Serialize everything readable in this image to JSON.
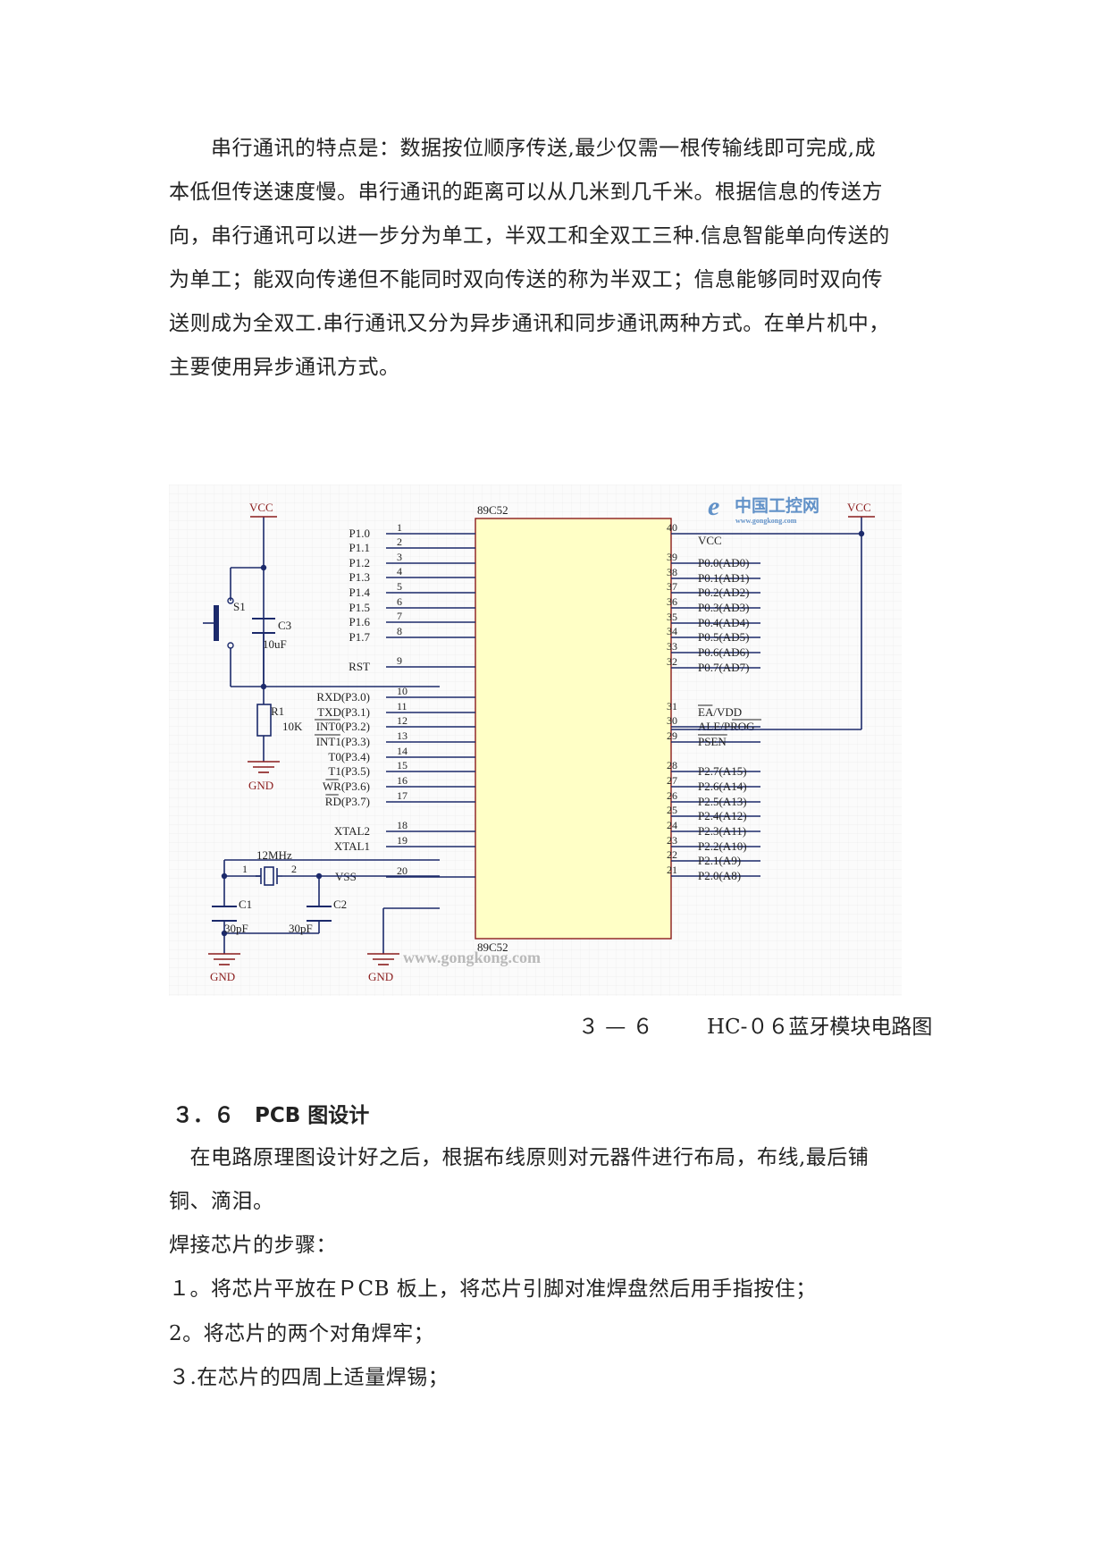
{
  "intro_paragraph": [
    "　　串行通讯的特点是：数据按位顺序传送,最少仅需一根传输线即可完成,成",
    "本低但传送速度慢。串行通讯的距离可以从几米到几千米。根据信息的传送方",
    "向，串行通讯可以进一步分为单工，半双工和全双工三种.信息智能单向传送的",
    "为单工；能双向传递但不能同时双向传送的称为半双工；信息能够同时双向传",
    "送则成为全双工.串行通讯又分为异步通讯和同步通讯两种方式。在单片机中，",
    "主要使用异步通讯方式。"
  ],
  "schematic": {
    "chip_name": "89C52",
    "left_pins": [
      {
        "num": "1",
        "label": "P1.0"
      },
      {
        "num": "2",
        "label": "P1.1"
      },
      {
        "num": "3",
        "label": "P1.2"
      },
      {
        "num": "4",
        "label": "P1.3"
      },
      {
        "num": "5",
        "label": "P1.4"
      },
      {
        "num": "6",
        "label": "P1.5"
      },
      {
        "num": "7",
        "label": "P1.6"
      },
      {
        "num": "8",
        "label": "P1.7"
      },
      {
        "num": "9",
        "label": "RST"
      },
      {
        "num": "10",
        "label": "RXD(P3.0)"
      },
      {
        "num": "11",
        "label": "TXD(P3.1)"
      },
      {
        "num": "12",
        "label": "INT0(P3.2)"
      },
      {
        "num": "13",
        "label": "INT1(P3.3)"
      },
      {
        "num": "14",
        "label": "T0(P3.4)"
      },
      {
        "num": "15",
        "label": "T1(P3.5)"
      },
      {
        "num": "16",
        "label": "WR(P3.6)"
      },
      {
        "num": "17",
        "label": "RD(P3.7)"
      },
      {
        "num": "18",
        "label": "XTAL2"
      },
      {
        "num": "19",
        "label": "XTAL1"
      },
      {
        "num": "20",
        "label": "VSS"
      }
    ],
    "right_pins": [
      {
        "num": "40",
        "label": "VCC"
      },
      {
        "num": "39",
        "label": "P0.0(AD0)"
      },
      {
        "num": "38",
        "label": "P0.1(AD1)"
      },
      {
        "num": "37",
        "label": "P0.2(AD2)"
      },
      {
        "num": "36",
        "label": "P0.3(AD3)"
      },
      {
        "num": "35",
        "label": "P0.4(AD4)"
      },
      {
        "num": "34",
        "label": "P0.5(AD5)"
      },
      {
        "num": "33",
        "label": "P0.6(AD6)"
      },
      {
        "num": "32",
        "label": "P0.7(AD7)"
      },
      {
        "num": "31",
        "label": "EA/VDD"
      },
      {
        "num": "30",
        "label": "ALE/PROG"
      },
      {
        "num": "29",
        "label": "PSEN"
      },
      {
        "num": "28",
        "label": "P2.7(A15)"
      },
      {
        "num": "27",
        "label": "P2.6(A14)"
      },
      {
        "num": "26",
        "label": "P2.5(A13)"
      },
      {
        "num": "25",
        "label": "P2.4(A12)"
      },
      {
        "num": "24",
        "label": "P2.3(A11)"
      },
      {
        "num": "23",
        "label": "P2.2(A10)"
      },
      {
        "num": "22",
        "label": "P2.1(A9)"
      },
      {
        "num": "21",
        "label": "P2.0(A8)"
      }
    ],
    "labels": {
      "vcc_left": "VCC",
      "vcc_right": "VCC",
      "switch": "S1",
      "c3": "C3",
      "c3_value": "10uF",
      "r1": "R1",
      "r1_value": "10K",
      "gnd_left": "GND",
      "gnd_crystal": "GND",
      "gnd_vss": "GND",
      "crystal": "12MHz",
      "crystal_pin1": "1",
      "crystal_pin2": "2",
      "c1": "C1",
      "c1_value": "30pF",
      "c2": "C2",
      "c2_value": "30pF"
    },
    "watermark_logo_text": "中国工控网",
    "watermark_logo_url": "www.gongkong.com",
    "watermark_bottom": "www.gongkong.com"
  },
  "caption": {
    "number": "３ — ６",
    "title": "HC-０６蓝牙模块电路图"
  },
  "section_heading": "３．６　PCB 图设计",
  "section_lines": [
    "　在电路原理图设计好之后，根据布线原则对元器件进行布局，布线,最后铺",
    "铜、滴泪。",
    "焊接芯片的步骤：",
    "１。将芯片平放在ＰCB 板上，将芯片引脚对准焊盘然后用手指按住；",
    "2。将芯片的两个对角焊牢；",
    "３.在芯片的四周上适量焊锡；"
  ]
}
